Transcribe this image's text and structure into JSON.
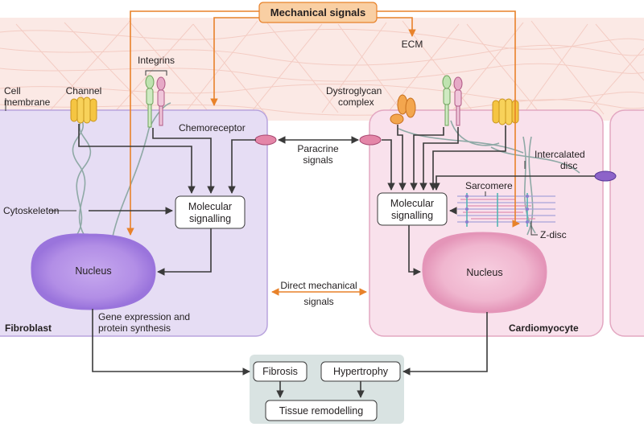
{
  "title": "Mechanical signals",
  "labels": {
    "ecm": "ECM",
    "integrins": "Integrins",
    "cell_membrane_1": "Cell",
    "cell_membrane_2": "membrane",
    "channel": "Channel",
    "chemoreceptor": "Chemoreceptor",
    "dystroglycan_1": "Dystroglycan",
    "dystroglycan_2": "complex",
    "paracrine_1": "Paracrine",
    "paracrine_2": "signals",
    "intercalated_1": "Intercalated",
    "intercalated_2": "disc",
    "cytoskeleton": "Cytoskeleton",
    "sarcomere": "Sarcomere",
    "z_disc": "Z-disc",
    "direct_1": "Direct mechanical",
    "direct_2": "signals",
    "gene_1": "Gene expression and",
    "gene_2": "protein synthesis",
    "fibroblast": "Fibroblast",
    "cardiomyocyte": "Cardiomyocyte"
  },
  "boxes": {
    "mol_left_1": "Molecular",
    "mol_left_2": "signalling",
    "mol_right_1": "Molecular",
    "mol_right_2": "signalling",
    "nucleus_left": "Nucleus",
    "nucleus_right": "Nucleus",
    "fibrosis": "Fibrosis",
    "hypertrophy": "Hypertrophy",
    "tissue_remodelling": "Tissue remodelling"
  },
  "colors": {
    "signal_orange": "#e8822a",
    "fibroblast_fill": "#e6ddf4",
    "cardiomyocyte_fill": "#f9e1ec",
    "ecm_fill": "#fbe9e5",
    "outcome_fill": "#d9e3e2"
  }
}
